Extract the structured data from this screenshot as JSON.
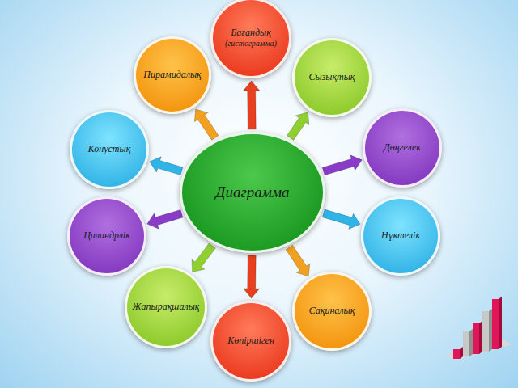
{
  "diagram": {
    "nodes": [
      {
        "text": [
          "Бағандық",
          "(гистограмма)"
        ]
      },
      {
        "text": [
          "Пирамидалық"
        ]
      },
      {
        "text": [
          "Сызықтық"
        ]
      },
      {
        "text": [
          "Конустық"
        ]
      },
      {
        "text": [
          "Диаграмма"
        ]
      },
      {
        "text": [
          "Дөңгелек"
        ]
      },
      {
        "text": [
          "Цилиндрлік"
        ]
      },
      {
        "text": [
          "Нүктелік"
        ]
      },
      {
        "text": [
          "Жапырақшалық"
        ]
      },
      {
        "text": [
          "Сақиналық"
        ]
      },
      {
        "text": [
          "Көпіршіген"
        ]
      }
    ],
    "edges": [
      {
        "from": 4,
        "to": 0,
        "arrow": "to"
      },
      {
        "from": 4,
        "to": 1,
        "arrow": "to"
      },
      {
        "from": 4,
        "to": 2,
        "arrow": "to"
      },
      {
        "from": 4,
        "to": 3,
        "arrow": "to"
      },
      {
        "from": 4,
        "to": 5,
        "arrow": "to"
      },
      {
        "from": 4,
        "to": 6,
        "arrow": "to"
      },
      {
        "from": 4,
        "to": 7,
        "arrow": "to"
      },
      {
        "from": 4,
        "to": 8,
        "arrow": "to"
      },
      {
        "from": 4,
        "to": 9,
        "arrow": "to"
      },
      {
        "from": 4,
        "to": 10,
        "arrow": "to"
      }
    ]
  }
}
